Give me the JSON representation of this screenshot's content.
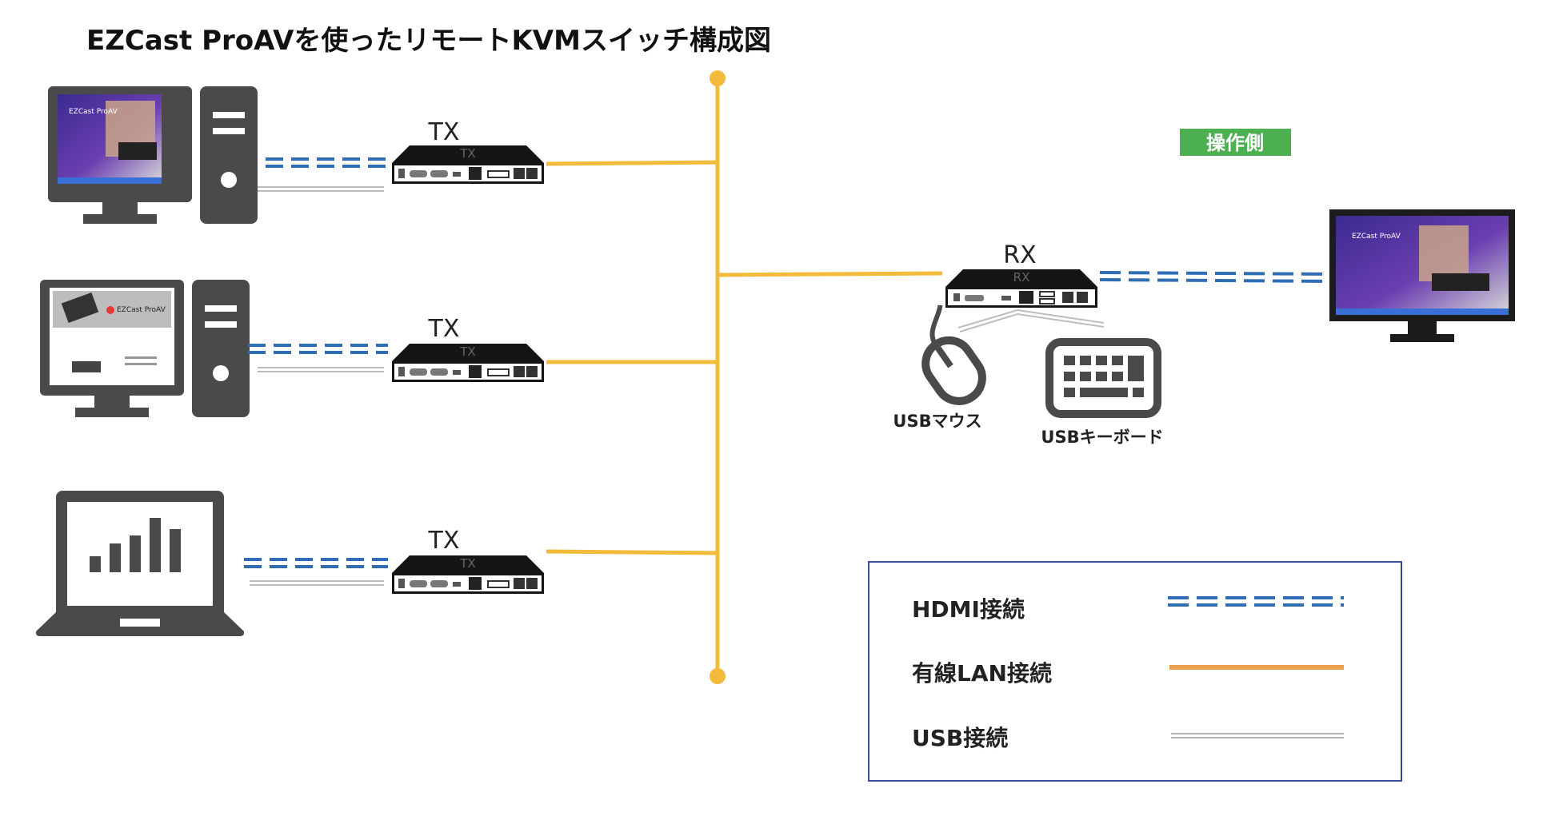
{
  "title": "EZCast ProAVを使ったリモートKVMスイッチ構成図",
  "operator_side_label": "操作側",
  "transmitters": [
    {
      "label": "TX",
      "box_text": "TX"
    },
    {
      "label": "TX",
      "box_text": "TX"
    },
    {
      "label": "TX",
      "box_text": "TX"
    }
  ],
  "receiver": {
    "label": "RX",
    "box_text": "RX"
  },
  "peripherals": {
    "mouse_label": "USBマウス",
    "keyboard_label": "USBキーボード"
  },
  "screen_title": "EZCast ProAV",
  "legend": {
    "items": [
      {
        "label": "HDMI接続",
        "style": "dashed-blue",
        "color": "#2f6db5"
      },
      {
        "label": "有線LAN接続",
        "style": "solid-orange",
        "color": "#e8a04e"
      },
      {
        "label": "USB接続",
        "style": "double-gray",
        "color": "#b5b5b5"
      }
    ],
    "border_color": "#3a4a9e"
  },
  "colors": {
    "lan_trunk": "#f2bb3c",
    "hdmi": "#2f6db5",
    "usb": "#bdbdbd",
    "device": "#4a4a4a",
    "badge": "#4caf50"
  }
}
